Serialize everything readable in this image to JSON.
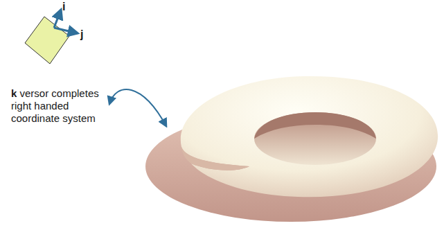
{
  "diagram": {
    "labels": [
      "i",
      "j",
      "k versor completes right handed coordinate system"
    ]
  }
}
